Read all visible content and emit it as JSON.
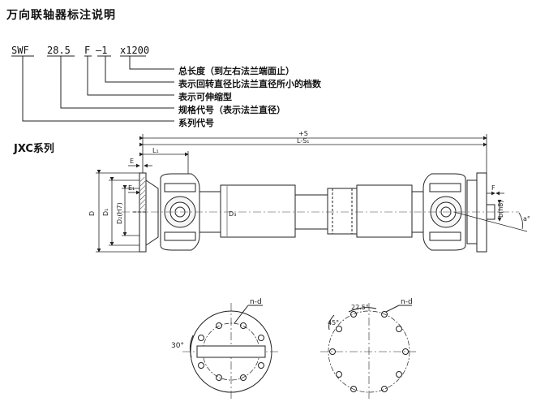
{
  "title": "万向联轴器标注说明",
  "code": {
    "model": "SWF",
    "diameter": "28.5",
    "flex": "F",
    "bolt": "—1",
    "length": "x1200"
  },
  "legend": [
    "总长度（到左右法兰端面止）",
    "表示回转直径比法兰直径所小的档数",
    "表示可伸缩型",
    "规格代号（表示法兰直径）",
    "系列代号"
  ],
  "series_label": "JXC系列",
  "dims": {
    "plus_s": "+S",
    "l_s1": "L-S₁",
    "l1": "L₁",
    "e": "E",
    "e1": "E₁",
    "d": "D",
    "d1": "D₁",
    "d2h7": "D₂(H7)",
    "d3": "D₃",
    "f": "F",
    "bh8": "b(h8)",
    "alpha": "a°"
  },
  "flanges": {
    "left": {
      "n_d": "n-d",
      "angle": "30°"
    },
    "right": {
      "n_d": "n-d",
      "angle_a": "22.5°",
      "angle_b": "45°"
    }
  }
}
